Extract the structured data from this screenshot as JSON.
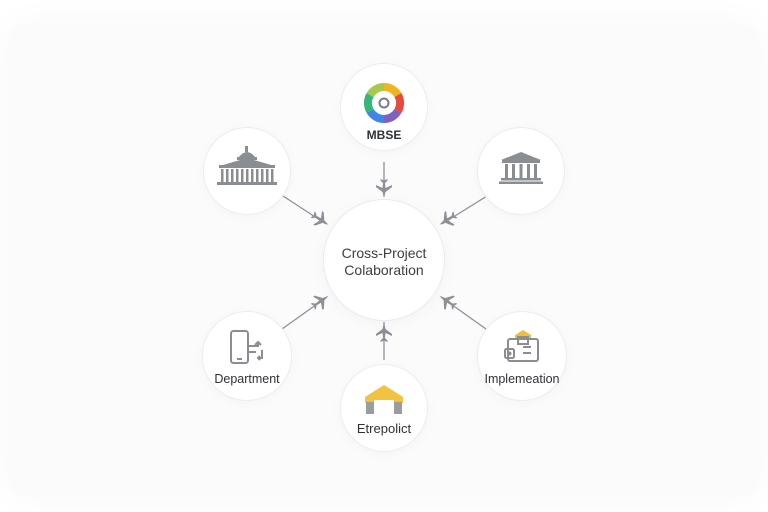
{
  "center": {
    "line1": "Cross-Project",
    "line2": "Colaboration"
  },
  "nodes": {
    "top": {
      "label": "MBSE",
      "icon": "colorful-ring-icon"
    },
    "top_left": {
      "label": "",
      "icon": "government-building-icon"
    },
    "top_right": {
      "label": "",
      "icon": "classical-building-icon"
    },
    "bottom_left": {
      "label": "Department",
      "icon": "mobile-device-icon"
    },
    "bottom": {
      "label": "Etrepolict",
      "icon": "shelter-icon"
    },
    "bottom_right": {
      "label": "Implemeation",
      "icon": "site-plan-icon"
    }
  },
  "colors": {
    "connector": "#8d9095",
    "icon_gray": "#8a8d91",
    "ring": [
      "#f0b323",
      "#e9493c",
      "#7f5fbf",
      "#3f86e6",
      "#35b779",
      "#a7c94a"
    ],
    "shelter_yellow": "#f1c341",
    "site_yellow": "#f0be3d"
  }
}
